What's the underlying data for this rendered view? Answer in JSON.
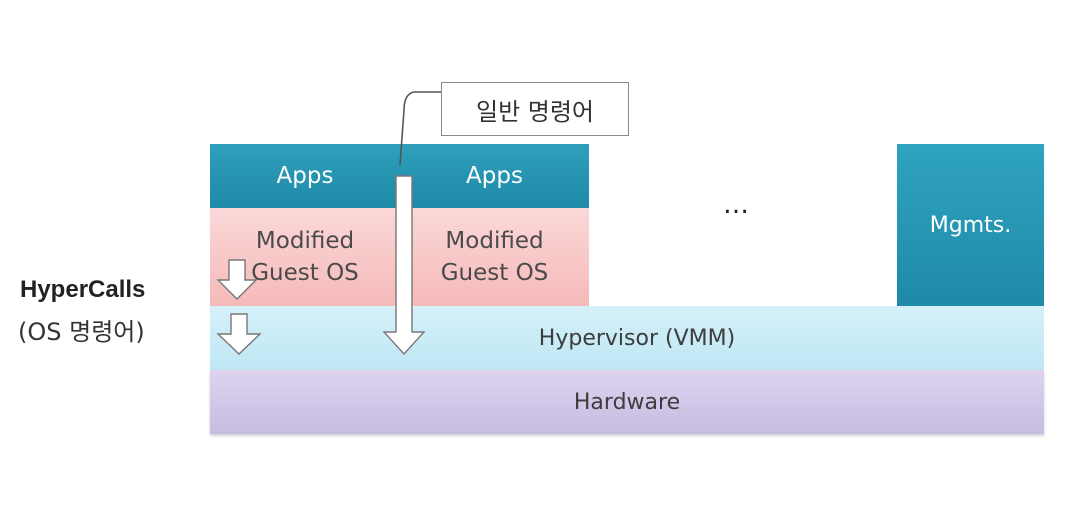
{
  "callout": {
    "label": "일반 명령어"
  },
  "vms": [
    {
      "apps_label": "Apps",
      "guest_line1": "Modified",
      "guest_line2": "Guest OS"
    },
    {
      "apps_label": "Apps",
      "guest_line1": "Modified",
      "guest_line2": "Guest OS"
    }
  ],
  "ellipsis": "…",
  "mgmts_label": "Mgmts.",
  "hypervisor_label": "Hypervisor (VMM)",
  "hardware_label": "Hardware",
  "hypercalls": {
    "title": "HyperCalls",
    "subtitle": "(OS 명령어)"
  },
  "colors": {
    "apps": "#2299b6",
    "guest_os": "#f8c9c9",
    "hypervisor": "#c9ecf7",
    "hardware": "#d3c8e8",
    "mgmts": "#2299b6"
  }
}
